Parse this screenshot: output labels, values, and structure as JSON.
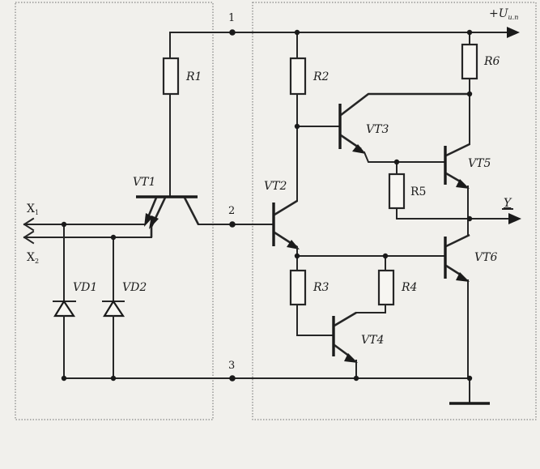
{
  "title": "",
  "nodes": {
    "n1": "1",
    "n2": "2",
    "n3": "3"
  },
  "resistors": {
    "r1": "R1",
    "r2": "R2",
    "r3": "R3",
    "r4": "R4",
    "r5": "R5",
    "r6": "R6"
  },
  "transistors": {
    "vt1": "VT1",
    "vt2": "VT2",
    "vt3": "VT3",
    "vt4": "VT4",
    "vt5": "VT5",
    "vt6": "VT6"
  },
  "diodes": {
    "vd1": "VD1",
    "vd2": "VD2"
  },
  "io": {
    "x1": "X",
    "x1_sub": "1",
    "x2": "X",
    "x2_sub": "2",
    "supply": "+U",
    "supply_sub": "и.п",
    "output": "Y"
  }
}
